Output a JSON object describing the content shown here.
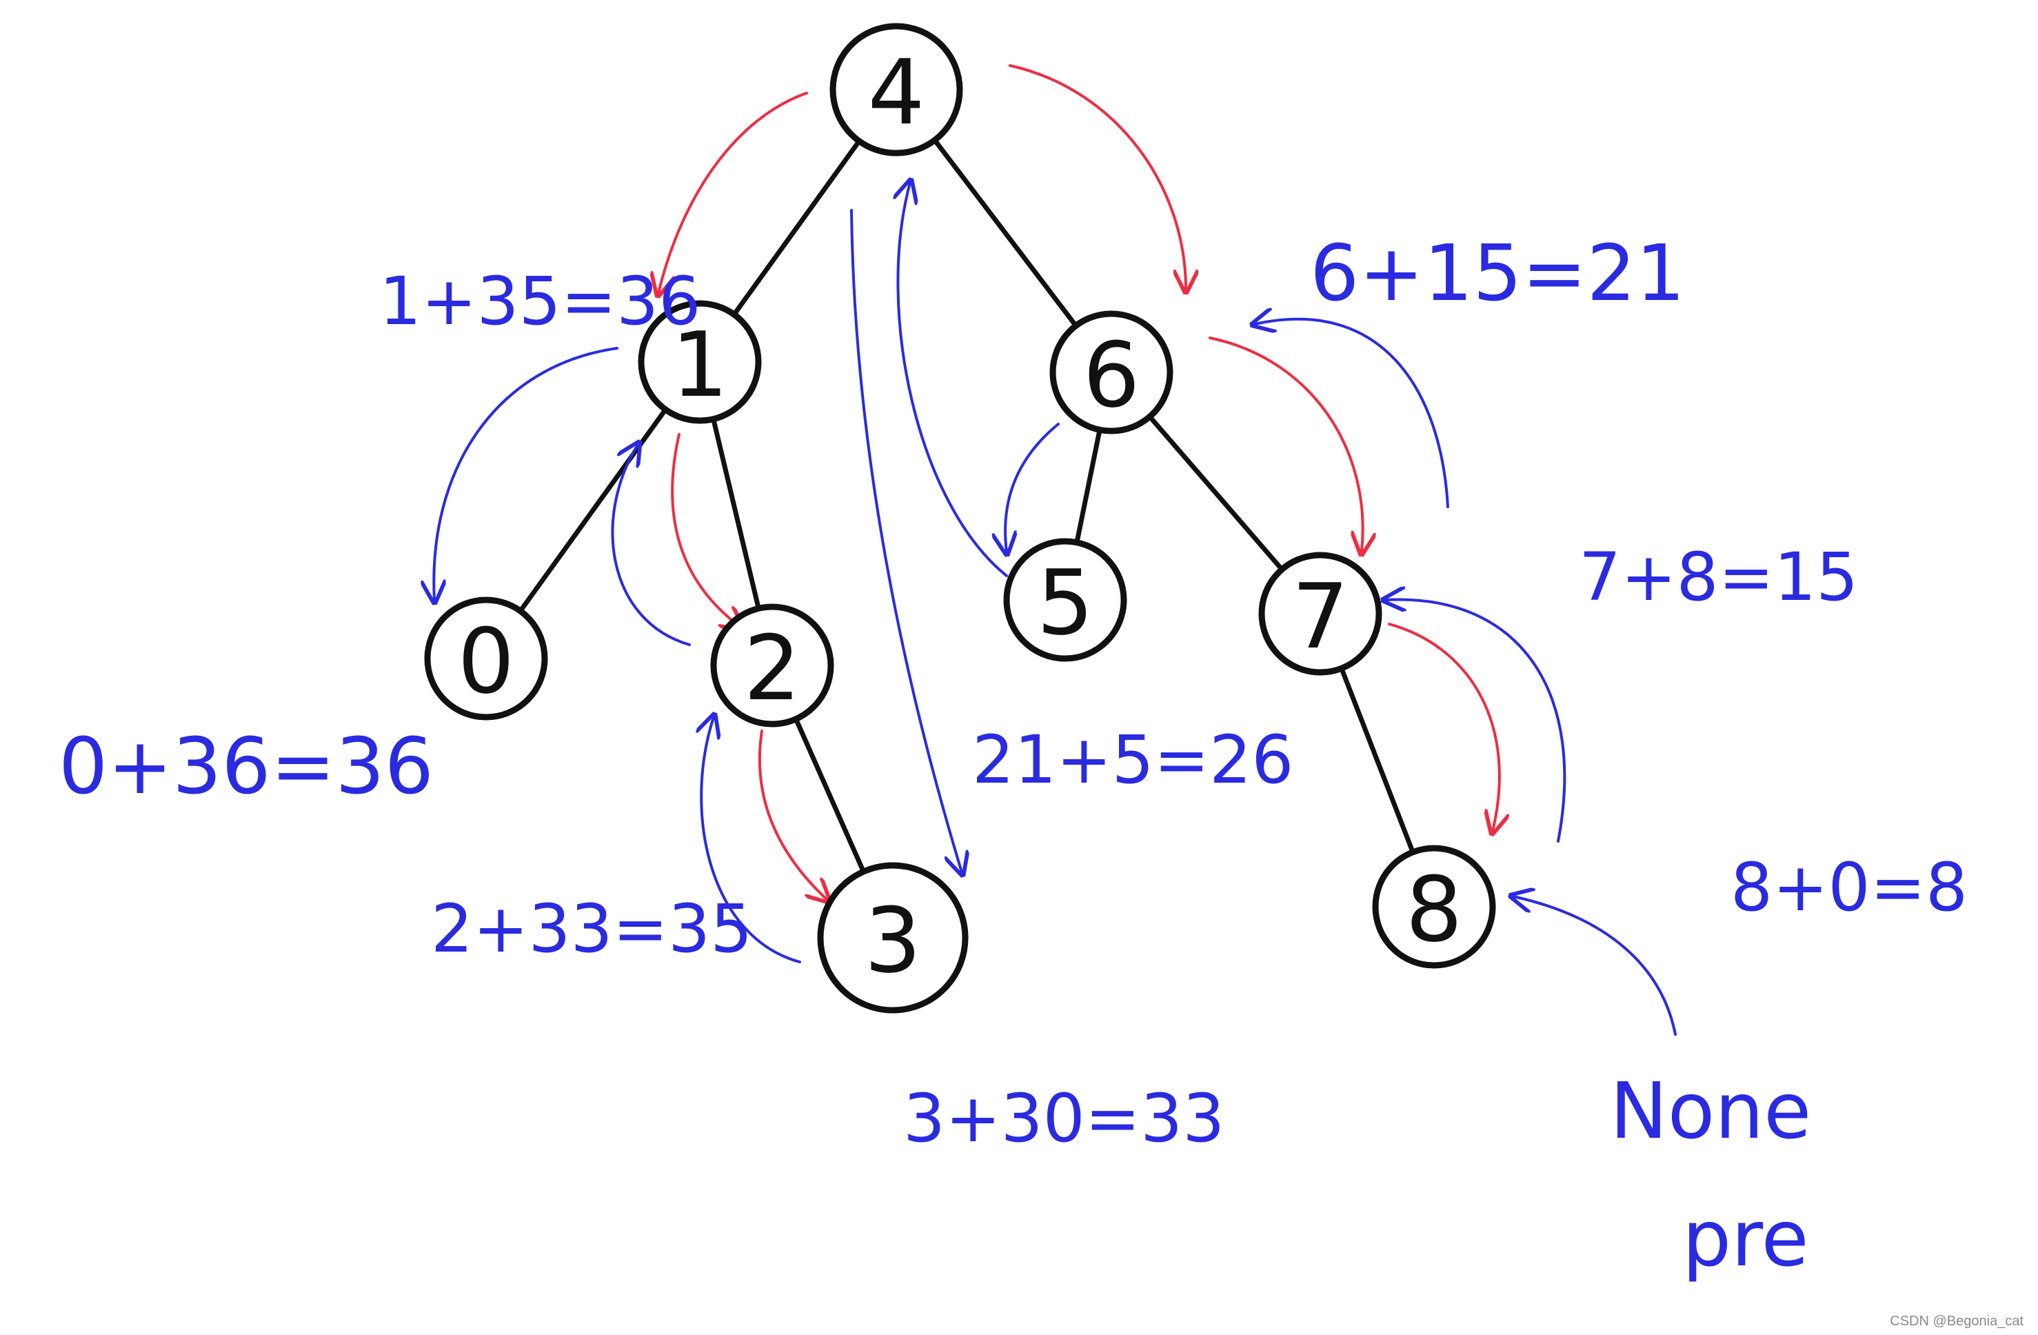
{
  "colors": {
    "ink": "#111111",
    "blue": "#2a2be0",
    "red": "#ee2d42",
    "watermark": "#8a8a8a"
  },
  "nodes": [
    {
      "id": "4",
      "label": "4"
    },
    {
      "id": "1",
      "label": "1"
    },
    {
      "id": "6",
      "label": "6"
    },
    {
      "id": "0",
      "label": "0"
    },
    {
      "id": "2",
      "label": "2"
    },
    {
      "id": "5",
      "label": "5"
    },
    {
      "id": "7",
      "label": "7"
    },
    {
      "id": "3",
      "label": "3"
    },
    {
      "id": "8",
      "label": "8"
    }
  ],
  "edges": [
    {
      "from": "4",
      "to": "1"
    },
    {
      "from": "4",
      "to": "6"
    },
    {
      "from": "1",
      "to": "0"
    },
    {
      "from": "1",
      "to": "2"
    },
    {
      "from": "2",
      "to": "3"
    },
    {
      "from": "6",
      "to": "5"
    },
    {
      "from": "6",
      "to": "7"
    },
    {
      "from": "7",
      "to": "8"
    }
  ],
  "annotations": {
    "node_1_sum": "1+35=36",
    "node_0_sum": "0+36=36",
    "node_2_sum": "2+33=35",
    "node_3_sum": "3+30=33",
    "node_5_sum": "21+5=26",
    "node_6_sum": "6+15=21",
    "node_7_sum": "7+8=15",
    "node_8_sum": "8+0=8",
    "none_label": "None",
    "pre_label": "pre"
  },
  "watermark": "CSDN @Begonia_cat"
}
